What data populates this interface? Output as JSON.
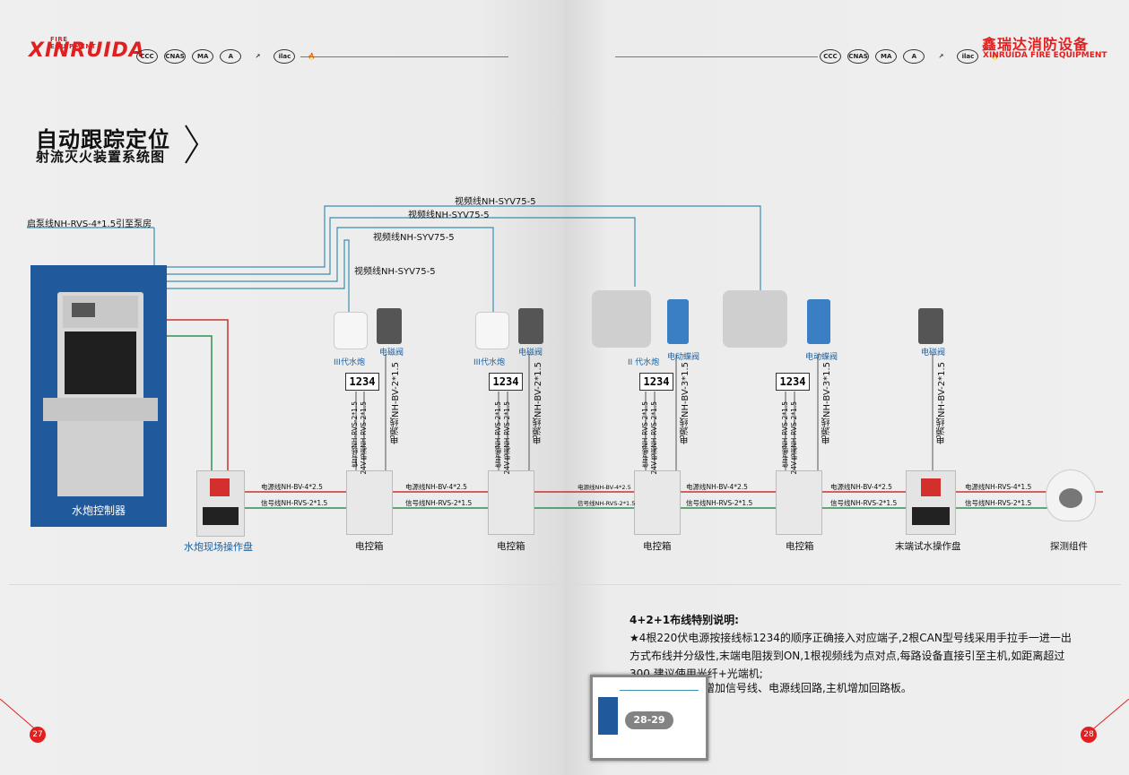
{
  "header": {
    "left_logo": "XINRUIDA",
    "left_logo_sub": "FIRE EQUIPMENT",
    "right_logo_cn": "鑫瑞达消防设备",
    "right_logo_en": "XINRUIDA FIRE EQUIPMENT",
    "cert_badges": [
      "CCC",
      "CNAS",
      "MA",
      "A",
      "↗",
      "ilac",
      "🔥"
    ]
  },
  "title": {
    "main": "自动跟踪定位",
    "sub": "射流灭火装置系统图"
  },
  "diagram": {
    "pump_line": "启泵线NH-RVS-4*1.5引至泵房",
    "video_lines": [
      "视频线NH-SYV75-5",
      "视频线NH-SYV75-5",
      "视频线NH-SYV75-5",
      "视频线NH-SYV75-5"
    ],
    "controller_label": "水炮控制器",
    "field_panel_label": "水炮现场操作盘",
    "control_box_label": "电控箱",
    "end_panel_label": "末端试水操作盘",
    "detector_label": "探测组件",
    "terminal_text": "1234",
    "cannon_iii": "III代水炮",
    "cannon_ii": "II 代水炮",
    "solenoid_valve": "电磁阀",
    "electric_butterfly": "电动蝶阀",
    "signal_vert": "信号线NH-RVS-2*1.5",
    "power24_vert": "24V电源NH-RVS-2*1.5",
    "power_vert_2": "电源线NH-BV-2*1.5",
    "power_vert_3": "电源线NH-BV-3*1.5",
    "power_horiz": "电源线NH-BV-4*2.5",
    "signal_horiz": "信号线NH-RVS-2*1.5",
    "power_horiz_end": "电源线NH-RVS-4*1.5",
    "signal_horiz_end": "信号线NH-RVS-2*1.5",
    "colors": {
      "red_wire": "#c8332f",
      "green_wire": "#2f8f4f",
      "blue_wire": "#3b8fb0",
      "controller_bg": "#205a9c"
    }
  },
  "notes": {
    "heading": "4+2+1布线特别说明:",
    "line1": "★4根220伏电源按接线标1234的顺序正确接入对应端子,2根CAN型号线采用手拉手一进一出",
    "line2": "方式布线并分级性,末端电阻拨到ON,1根视频线为点对点,每路设备直接引至主机,如距离超过",
    "line3": "300,建议使用光纤+光端机;",
    "line4": "增加信号线、电源线回路,主机增加回路板。"
  },
  "thumbnail": {
    "label": "28-29"
  },
  "page_numbers": {
    "left": "27",
    "right": "28"
  }
}
